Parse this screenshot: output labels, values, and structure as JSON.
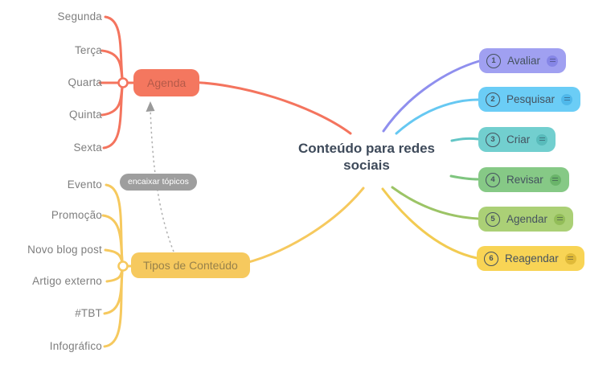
{
  "center": {
    "label": "Conteúdo para redes sociais",
    "text_color": "#3e4a5a"
  },
  "left_branches": [
    {
      "label": "Agenda",
      "node_color": "#f4775f",
      "node_text_color": "#b55a49",
      "children": [
        "Segunda",
        "Terça",
        "Quarta",
        "Quinta",
        "Sexta"
      ]
    },
    {
      "label": "Tipos de Conteúdo",
      "node_color": "#f6c95e",
      "node_text_color": "#97814b",
      "children": [
        "Evento",
        "Promoção",
        "Novo blog post",
        "Artigo externo",
        "#TBT",
        "Infográfico"
      ]
    }
  ],
  "floating_label": {
    "text": "encaixar tópicos",
    "bg": "#9e9e9e",
    "text_color": "#ffffff"
  },
  "right_nodes": [
    {
      "number": "1",
      "label": "Avaliar",
      "bg": "#a0a0f1",
      "icon_bg": "#8585e6",
      "wire_color": "#8f8fee"
    },
    {
      "number": "2",
      "label": "Pesquisar",
      "bg": "#6bcdf6",
      "icon_bg": "#4fb8ea",
      "wire_color": "#66c8f2"
    },
    {
      "number": "3",
      "label": "Criar",
      "bg": "#72cfcf",
      "icon_bg": "#58bbbb",
      "wire_color": "#63c6c6"
    },
    {
      "number": "4",
      "label": "Revisar",
      "bg": "#86c986",
      "icon_bg": "#6ab46a",
      "wire_color": "#7fc57f"
    },
    {
      "number": "5",
      "label": "Agendar",
      "bg": "#abd076",
      "icon_bg": "#93bd59",
      "wire_color": "#9cc466"
    },
    {
      "number": "6",
      "label": "Reagendar",
      "bg": "#f8d455",
      "icon_bg": "#e0ba39",
      "wire_color": "#f2cb52"
    }
  ],
  "colors": {
    "agenda_wire": "#f4745e",
    "tipos_wire": "#f6c95e",
    "leaf_text": "#7e7e7e",
    "dotted_arrow": "#b0b0b0",
    "background": "#ffffff"
  }
}
